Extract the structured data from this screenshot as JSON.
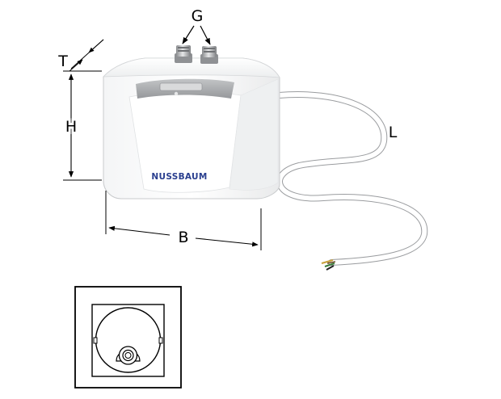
{
  "dimensions": {
    "thickness_label": "T",
    "height_label": "H",
    "width_label": "B",
    "length_label": "L",
    "connection_label": "G"
  },
  "product": {
    "brand": "NUSSBAUM"
  },
  "colors": {
    "line": "#000000",
    "brand_text": "#2a3f8f",
    "body_fill": "#ffffff",
    "panel_fill": "#a9abae"
  }
}
